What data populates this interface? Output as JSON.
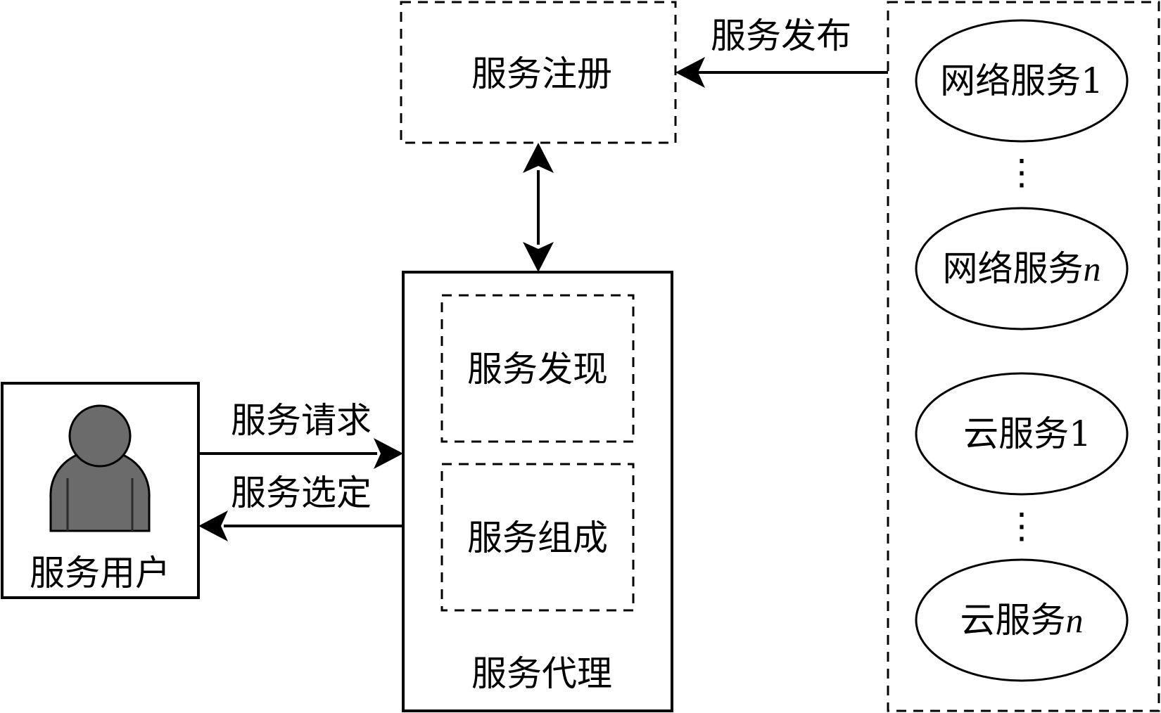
{
  "registry": {
    "label": "服务注册"
  },
  "publish": {
    "label": "服务发布"
  },
  "agent": {
    "label": "服务代理",
    "discovery_label": "服务发现",
    "composition_label": "服务组成"
  },
  "user": {
    "label": "服务用户"
  },
  "request": {
    "label": "服务请求"
  },
  "selection": {
    "label": "服务选定"
  },
  "services": {
    "web1": {
      "prefix": "网络服务",
      "suffix": "1"
    },
    "webn": {
      "prefix": "网络服务",
      "suffix": "n"
    },
    "cloud1": {
      "prefix": "云服务",
      "suffix": "1"
    },
    "cloudn": {
      "prefix": "云服务",
      "suffix": "n"
    },
    "ellipsis": "⋮"
  }
}
